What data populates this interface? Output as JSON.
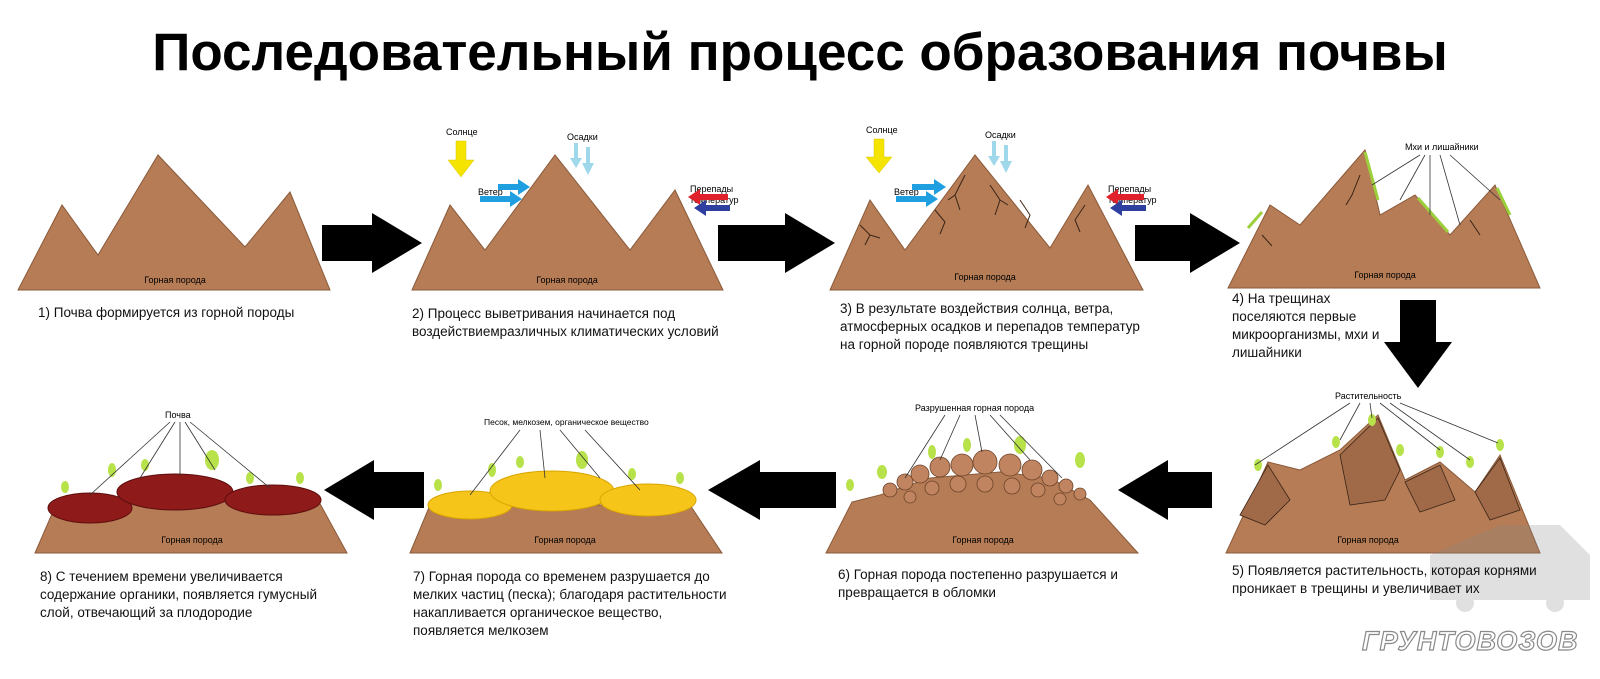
{
  "title": "Последовательный процесс образования почвы",
  "labels": {
    "rock": "Горная порода",
    "sun": "Солнце",
    "precipitation": "Осадки",
    "wind": "Ветер",
    "temp_1": "Перепады",
    "temp_2": "температур",
    "mosses": "Мхи и лишайники",
    "vegetation": "Растительность",
    "destroyed_rock": "Разрушенная горная порода",
    "sand_fines": "Песок, мелкозем, органическое вещество",
    "soil": "Почва"
  },
  "steps": [
    {
      "text": "1) Почва формируется из горной породы"
    },
    {
      "text": "2) Процесс выветривания начинается под воздействиемразличных  климатических условий"
    },
    {
      "text": "3) В результате воздействия солнца, ветра, атмосферных осадков и перепадов температур на горной породе появляются трещины"
    },
    {
      "text": "4) На трещинах поселяются первые микроорганизмы, мхи и лишайники"
    },
    {
      "text": "5) Появляется растительность, которая корнями проникает в трещины и увеличивает их"
    },
    {
      "text": "6) Горная порода постепенно разрушается и превращается в обломки"
    },
    {
      "text": "7) Горная порода со временем разрушается до мелких частиц (песка); благодаря растительности накапливается органическое вещество, появляется мелкозем"
    },
    {
      "text": "8) С течением времени увеличивается содержание органики, появляется гумусный слой, отвечающий за плодородие"
    }
  ],
  "watermark": "ГРУНТОВОЗОВ",
  "colors": {
    "rock": "#b57c56",
    "rock_dark": "#8a5a3a",
    "arrow": "#000000",
    "sun_arrow": "#f5e400",
    "precip_arrow": "#9fd8ea",
    "wind_arrow": "#1f9fe0",
    "temp_arrow_red": "#e0202a",
    "temp_arrow_blue": "#2f3fa0",
    "moss": "#9ccf3c",
    "plant": "#b8e24a",
    "sand": "#f6c51a",
    "humus": "#8e1a1a"
  }
}
